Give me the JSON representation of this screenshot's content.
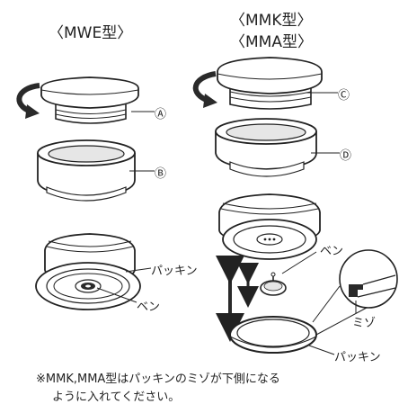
{
  "titles": {
    "mwe": "〈MWE型〉",
    "mmk": "〈MMK型〉",
    "mma": "〈MMA型〉"
  },
  "labels": {
    "a": "Ⓐ",
    "b": "Ⓑ",
    "c": "Ⓒ",
    "d": "Ⓓ",
    "packing_left": "パッキン",
    "valve_left": "ベン",
    "valve_right": "ベン",
    "groove": "ミゾ",
    "packing_right": "パッキン"
  },
  "note": {
    "line1": "※MMK,MMA型はパッキンのミゾが下側になる",
    "line2": "ように入れてください。"
  },
  "colors": {
    "ink": "#222222",
    "fill": "#ffffff",
    "shade": "#e6e6e6",
    "dark": "#2a2a2a"
  },
  "icons": [
    "rotate-arrow-icon",
    "double-arrow-icon"
  ]
}
